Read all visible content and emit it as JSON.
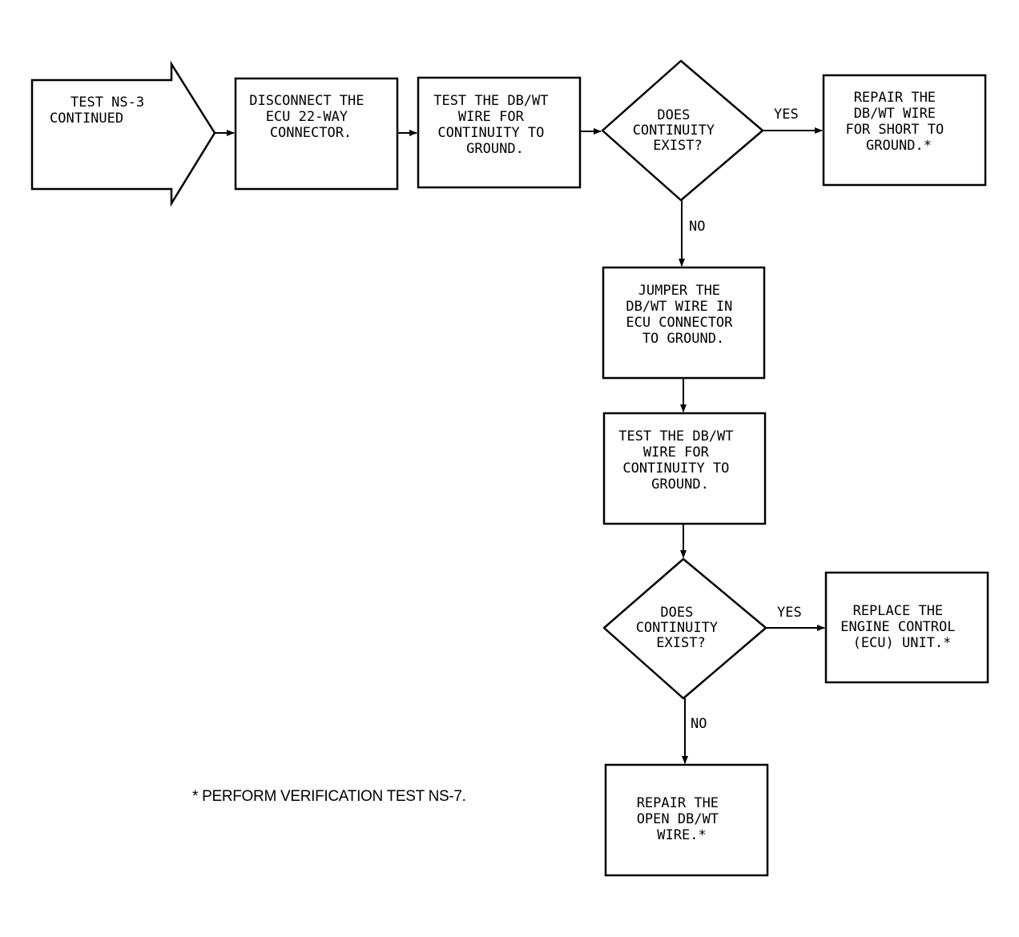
{
  "start": {
    "lines": [
      "TEST NS-3",
      "CONTINUED"
    ]
  },
  "steps": {
    "disconnect": {
      "lines": [
        "DISCONNECT THE",
        "ECU 22-WAY",
        "CONNECTOR."
      ]
    },
    "test1": {
      "lines": [
        "TEST THE DB/WT",
        "WIRE FOR",
        "CONTINUITY TO",
        "GROUND."
      ]
    },
    "decision1": {
      "lines": [
        "DOES",
        "CONTINUITY",
        "EXIST?"
      ]
    },
    "repair_short": {
      "lines": [
        "REPAIR THE",
        "DB/WT WIRE",
        "FOR SHORT TO",
        "GROUND.*"
      ]
    },
    "jumper": {
      "lines": [
        "JUMPER THE",
        "DB/WT WIRE IN",
        "ECU CONNECTOR",
        "TO GROUND."
      ]
    },
    "test2": {
      "lines": [
        "TEST THE DB/WT",
        "WIRE FOR",
        "CONTINUITY TO",
        "GROUND."
      ]
    },
    "decision2": {
      "lines": [
        "DOES",
        "CONTINUITY",
        "EXIST?"
      ]
    },
    "replace_ecu": {
      "lines": [
        "REPLACE THE",
        "ENGINE CONTROL",
        "(ECU) UNIT.*"
      ]
    },
    "repair_open": {
      "lines": [
        "REPAIR THE",
        "OPEN DB/WT",
        "WIRE.*"
      ]
    }
  },
  "edges": {
    "d1_yes": "YES",
    "d1_no": "NO",
    "d2_yes": "YES",
    "d2_no": "NO"
  },
  "footnote": "* PERFORM VERIFICATION TEST NS-7."
}
